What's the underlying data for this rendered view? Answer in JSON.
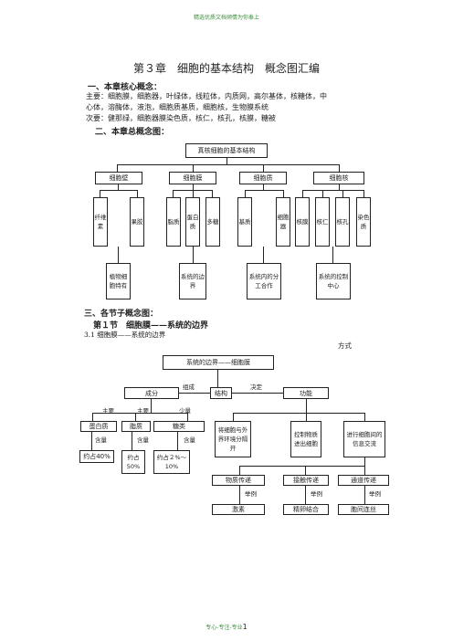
{
  "header": {
    "note": "精选优质文档倾情为你奉上"
  },
  "title": "第３章　细胞的基本结构　概念图汇编",
  "section1": {
    "heading": "一、本章核心概念：",
    "line1": "主要：细胞膜，细胞器，叶绿体，线粒体，内质网，高尔基体，核糖体，中",
    "line2": "心体，溶酶体，液泡，细胞质基质，细胞核，生物膜系统",
    "line3": "次要：健那绿，细胞器膜染色质，核仁，核孔，核膜，糖被"
  },
  "section2": {
    "heading": "二、本章总概念图："
  },
  "diagram1": {
    "root": "真核细胞的基本结构",
    "col1": {
      "title": "细胞壁",
      "a": "纤维素",
      "b": "果胶",
      "summary": "植物细胞特有"
    },
    "col2": {
      "title": "细胞膜",
      "a": "脂质",
      "b": "蛋白质",
      "c": "多糖",
      "summary": "系统的边界"
    },
    "col3": {
      "title": "细胞质",
      "a": "基质",
      "b": "细胞器",
      "summary": "系统内的分工合作"
    },
    "col4": {
      "title": "细胞核",
      "a": "核膜",
      "b": "核仁",
      "c": "核孔",
      "d": "染色质",
      "summary": "系统的控制中心"
    }
  },
  "section3": {
    "heading": "三、各节子概念图：",
    "sub1": "第１节　细胞膜——系统的边界",
    "sub1_1": "3.1 细胞膜——系统的边界",
    "right_word": "方式"
  },
  "diagram2": {
    "top": "系统的边界——细胞膜",
    "composition": "成分",
    "composition_link": "组成",
    "structure": "结构",
    "decide_link": "决定",
    "function": "功能",
    "main1": "主要",
    "main2": "主要",
    "minor": "少量",
    "protein": "蛋白质",
    "lipid": "脂质",
    "sugar": "糖类",
    "content1": "含量",
    "content2": "含量",
    "content3": "含量",
    "protein_pct": "约占40%",
    "lipid_pct": "约占50%",
    "sugar_pct": "约占２%～10%",
    "func1": "将细胞与外界环境分隔开",
    "func2": "控制物质进出细胞",
    "func3": "进行细胞间的信息交流",
    "way1": "物质传递",
    "way2": "接触传递",
    "way3": "通道传递",
    "ex1": "举例",
    "ex2": "举例",
    "ex3": "举例",
    "ex1_val": "激素",
    "ex2_val": "精卵结合",
    "ex3_val": "胞间连丝"
  },
  "footer": {
    "note": "专心-专注-专业",
    "page": "1"
  }
}
